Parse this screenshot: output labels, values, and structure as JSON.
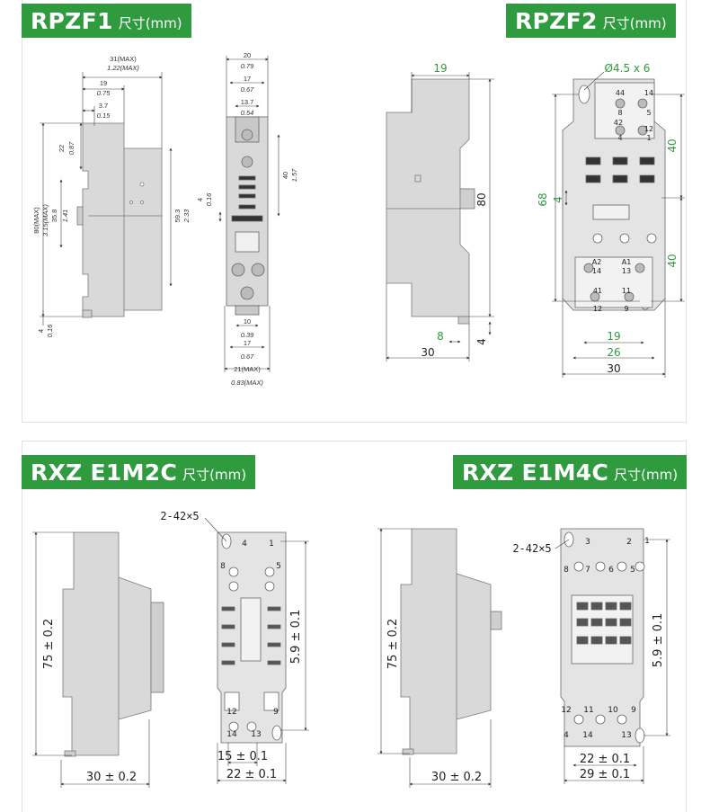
{
  "sections": {
    "rpzf1": {
      "name": "RPZF1",
      "unit": "尺寸(mm)"
    },
    "rpzf2": {
      "name": "RPZF2",
      "unit": "尺寸(mm)"
    },
    "rxz_e1m2c": {
      "name": "RXZ E1M2C",
      "unit": "尺寸(mm)"
    },
    "rxz_e1m4c": {
      "name": "RXZ E1M4C",
      "unit": "尺寸(mm)"
    }
  },
  "rpzf1_dims": {
    "d31max": "31(MAX)",
    "d31max_in": "1.22(MAX)",
    "d19": "19",
    "d19_in": "0.75",
    "d37": "3.7",
    "d37_in": "0.15",
    "d22": "22",
    "d22_in": "0.87",
    "d80max": "80(MAX)",
    "d80max_in": "3.15(MAX)",
    "d358": "35.8",
    "d358_in": "1.41",
    "d593": "59.3",
    "d593_in": "2.33",
    "d4": "4",
    "d4_in": "0.16",
    "d20": "20",
    "d20_in": "0.79",
    "d17": "17",
    "d17_in": "0.67",
    "d137": "13.7",
    "d137_in": "0.54",
    "d40": "40",
    "d40_in": "1.57",
    "d4b": "4",
    "d4b_in": "0.16",
    "d10": "10",
    "d10_in": "0.39",
    "d17b": "17",
    "d17b_in": "0.67",
    "d21max": "21(MAX)",
    "d21max_in": "0.83(MAX)"
  },
  "rpzf2_dims": {
    "d19": "19",
    "d80": "80",
    "d8": "8",
    "d4": "4",
    "d30": "30",
    "hole": "Ø4.5 x 6",
    "d68": "68",
    "d40a": "40",
    "d40b": "40",
    "d4v": "4",
    "d19b": "19",
    "d26": "26",
    "d30b": "30"
  },
  "rpzf2_terminals": [
    "44",
    "14",
    "8",
    "5",
    "42",
    "4",
    "12",
    "1",
    "A2",
    "A1",
    "14",
    "13",
    "41",
    "11",
    "12",
    "9"
  ],
  "rxz2_dims": {
    "screw": "2-42×5",
    "h75": "75 ± 0.2",
    "w30": "30 ± 0.2",
    "h59": "5.9 ± 0.1",
    "w15": "15 ± 0.1",
    "w22": "22 ± 0.1"
  },
  "rxz2_terminals": [
    "4",
    "1",
    "8",
    "5",
    "12",
    "9",
    "14",
    "13"
  ],
  "rxz4_dims": {
    "screw": "2-42×5",
    "h75": "75 ± 0.2",
    "w30": "30 ± 0.2",
    "h59": "5.9 ± 0.1",
    "w22": "22 ± 0.1",
    "w29": "29 ± 0.1"
  },
  "rxz4_terminals": [
    "3",
    "2",
    "8",
    "7",
    "6",
    "5",
    "12",
    "11",
    "10",
    "9",
    "4",
    "14",
    "13",
    "1"
  ],
  "colors": {
    "accent": "#2f9b3e",
    "part_fill": "#d9d9d9",
    "line": "#333333"
  }
}
